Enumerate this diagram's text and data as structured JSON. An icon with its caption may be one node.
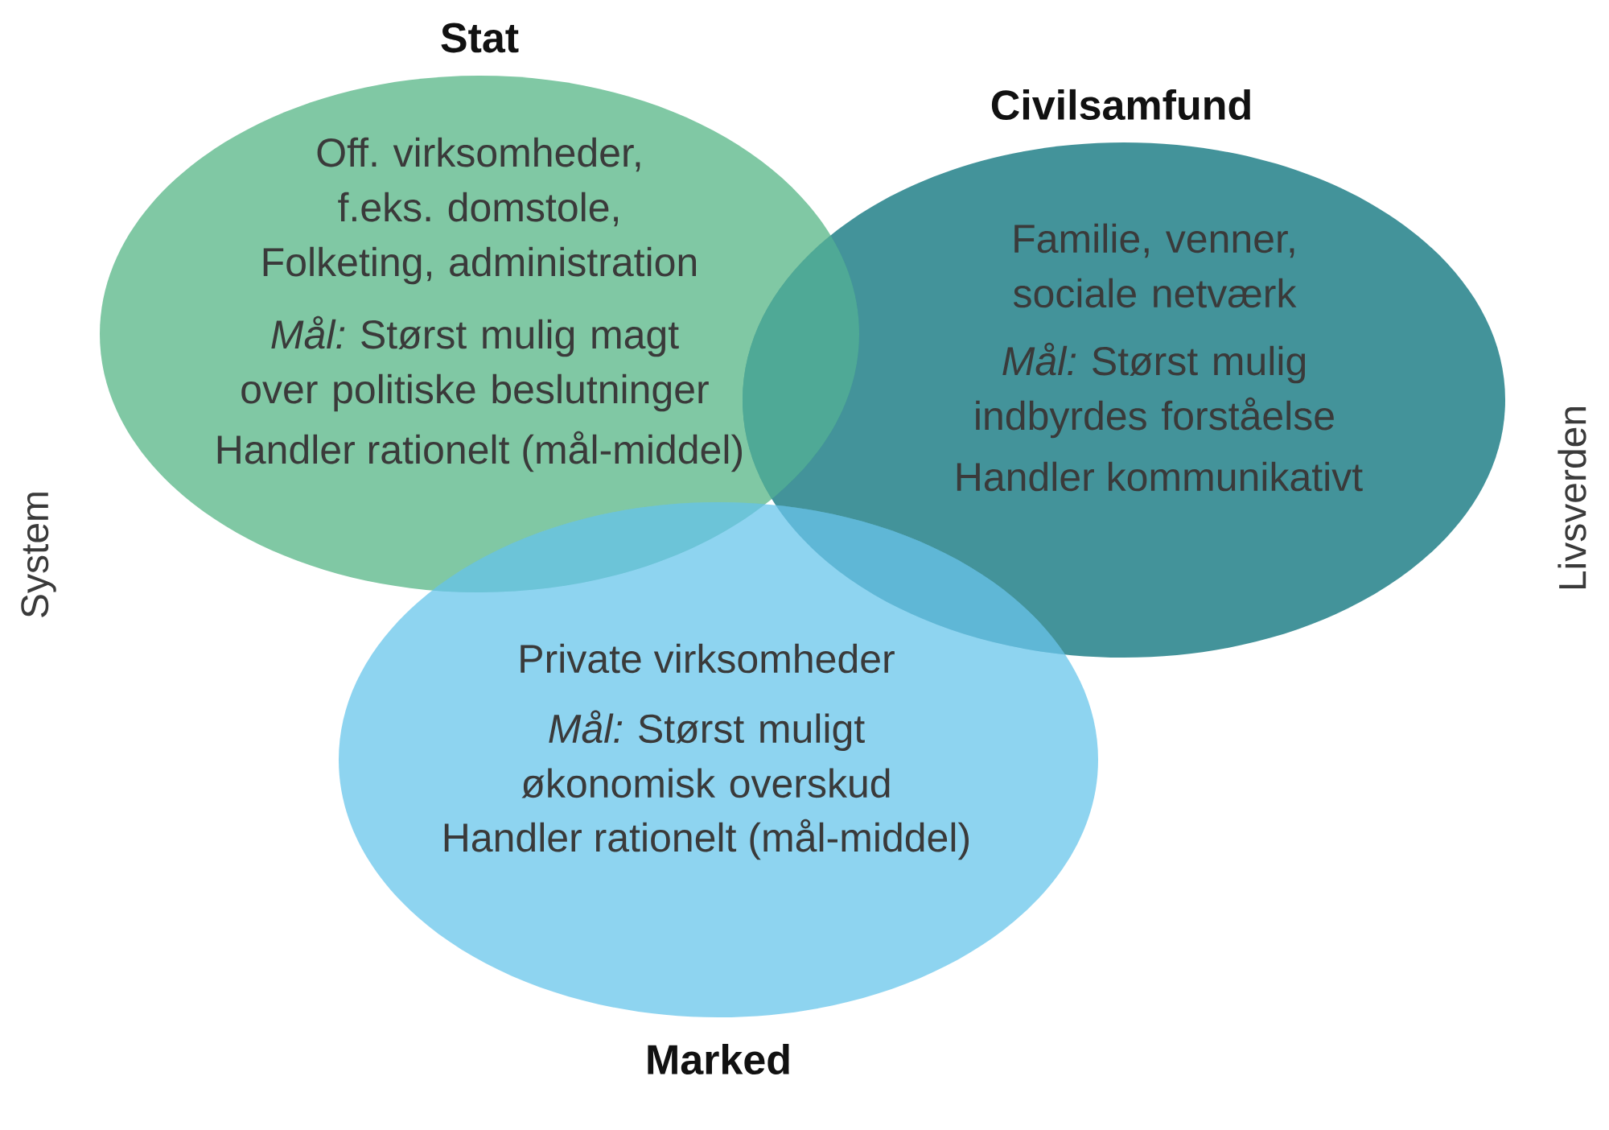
{
  "diagram": {
    "nodes": [
      {
        "text": [
          "Stat",
          "Off. virksomheder, f.eks. domstole, Folketing, administration",
          "*Mål:* Størst mulig magt over politiske beslutninger",
          "Handler rationelt (mål-middel)"
        ]
      },
      {
        "text": [
          "Civilsamfund",
          "Familie, venner, sociale netværk",
          "*Mål:* Størst mulig indbyrdes forståelse",
          "Handler kommunikativt"
        ]
      },
      {
        "text": [
          "Private virksomheder",
          "*Mål:* Størst muligt økonomisk overskud",
          "Handler rationelt (mål-middel)",
          "Marked"
        ]
      }
    ],
    "labels": [
      "System",
      "Livsverden"
    ]
  }
}
